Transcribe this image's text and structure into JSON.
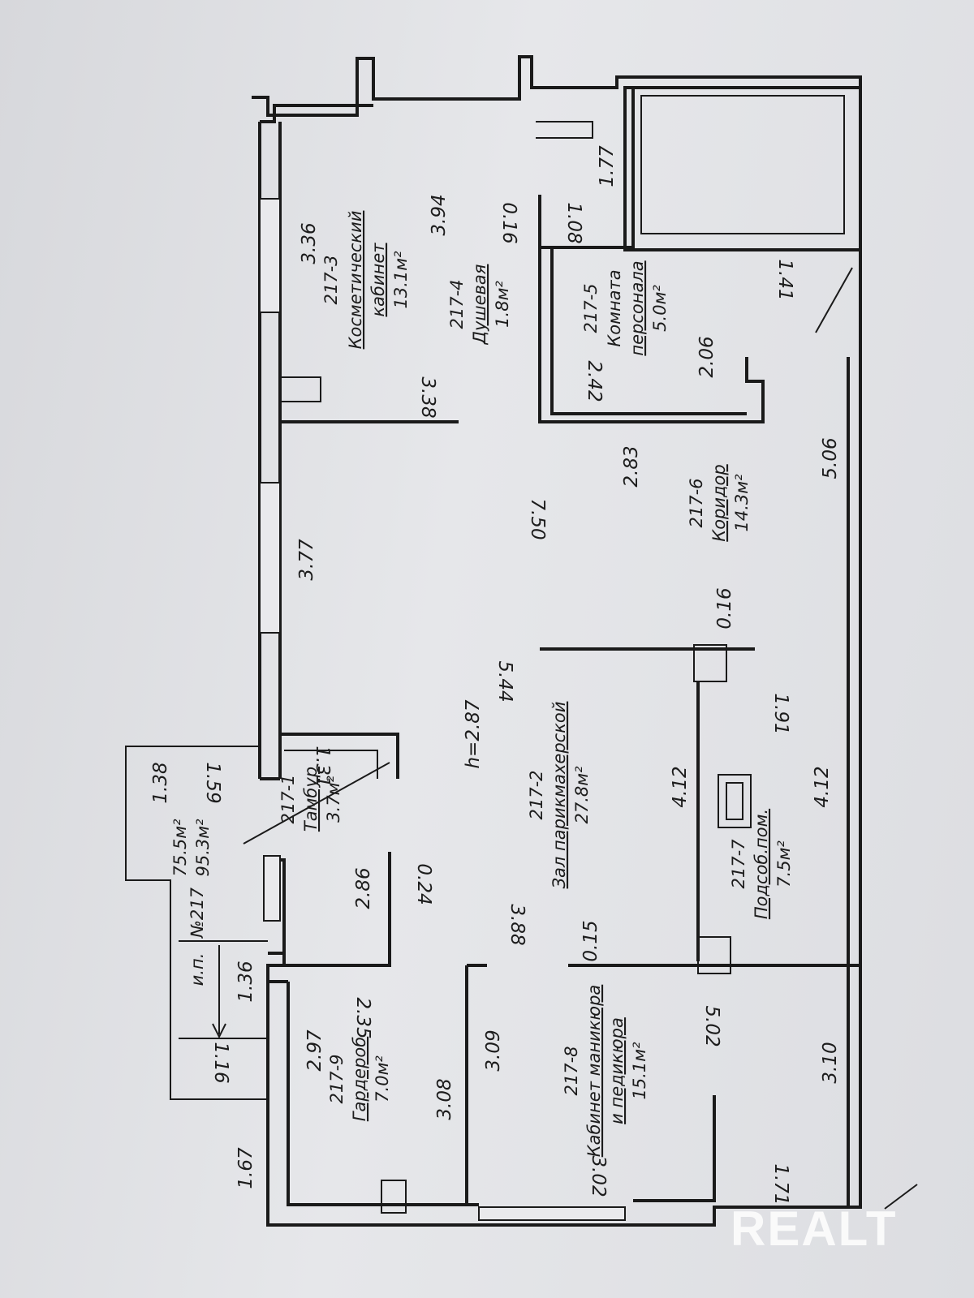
{
  "rooms": [
    {
      "id": "217-3",
      "lines": [
        "Косметический",
        "кабинет"
      ],
      "area": "13.1м²"
    },
    {
      "id": "217-4",
      "lines": [
        "Душевая"
      ],
      "area": "1.8м²"
    },
    {
      "id": "217-5",
      "lines": [
        "Комната",
        "персонала"
      ],
      "area": "5.0м²"
    },
    {
      "id": "217-6",
      "lines": [
        "Коридор"
      ],
      "area": "14.3м²"
    },
    {
      "id": "217-1",
      "lines": [
        "Тамбур"
      ],
      "area": "3.7м²"
    },
    {
      "id": "217-2",
      "lines": [
        "Зал парикмахерской"
      ],
      "area": "27.8м²"
    },
    {
      "id": "217-7",
      "lines": [
        "Подсоб.пом."
      ],
      "area": "7.5м²"
    },
    {
      "id": "217-9",
      "lines": [
        "Гардероб"
      ],
      "area": "7.0м²"
    },
    {
      "id": "217-8",
      "lines": [
        "Кабинет маникюра",
        "и педикюра"
      ],
      "area": "15.1м²"
    }
  ],
  "unit": {
    "entrance": "и.п.",
    "number": "№217",
    "area_main": "75.5м²",
    "area_total": "95.3м²"
  },
  "ceiling_height": "h=2.87",
  "dimensions": [
    "3.36",
    "3.94",
    "0.16",
    "1.08",
    "1.77",
    "3.38",
    "2.42",
    "2.06",
    "1.41",
    "2.83",
    "7.50",
    "5.06",
    "3.77",
    "5.44",
    "0.16",
    "1.91",
    "4.12",
    "4.12",
    "1.38",
    "1.59",
    "1.31",
    "2.86",
    "0.24",
    "3.88",
    "0.15",
    "1.36",
    "2.35",
    "2.97",
    "3.08",
    "3.09",
    "5.02",
    "1.16",
    "1.67",
    "3.02",
    "3.10",
    "1.71"
  ],
  "watermark": "REALT"
}
